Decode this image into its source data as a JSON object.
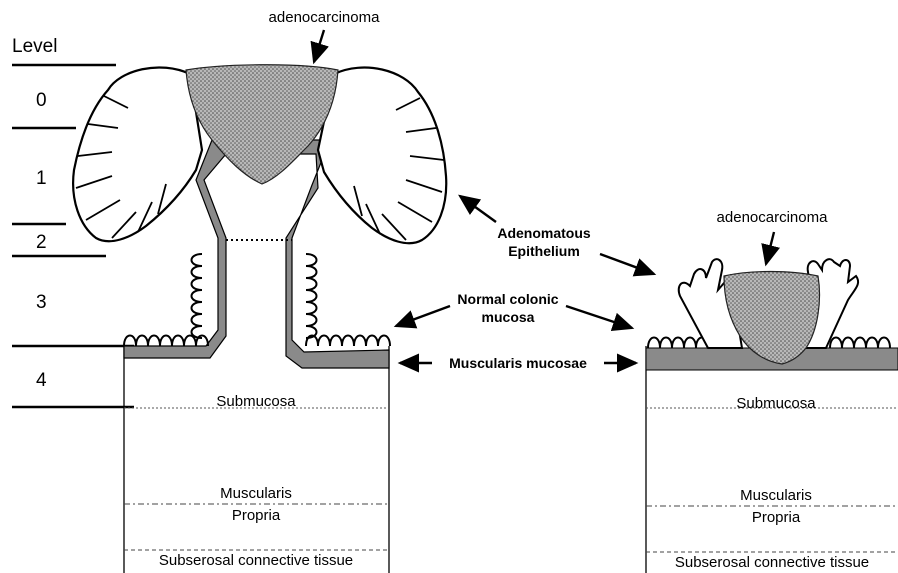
{
  "levels": {
    "heading": "Level",
    "values": [
      "0",
      "1",
      "2",
      "3",
      "4"
    ]
  },
  "labels": {
    "adenocarcinoma_left": "adenocarcinoma",
    "adenocarcinoma_right": "adenocarcinoma",
    "adenomatous_epithelium": [
      "Adenomatous",
      "Epithelium"
    ],
    "normal_colonic_mucosa": [
      "Normal colonic",
      "mucosa"
    ],
    "muscularis_mucosae": "Muscularis mucosae"
  },
  "layers": {
    "submucosa": "Submucosa",
    "muscularis_propria": [
      "Muscularis",
      "Propria"
    ],
    "subserosal": "Subserosal connective tissue"
  },
  "colors": {
    "line": "#000000",
    "muscularis_fill": "#8a8a8a",
    "tumor_fill": "#9a9a9a"
  }
}
